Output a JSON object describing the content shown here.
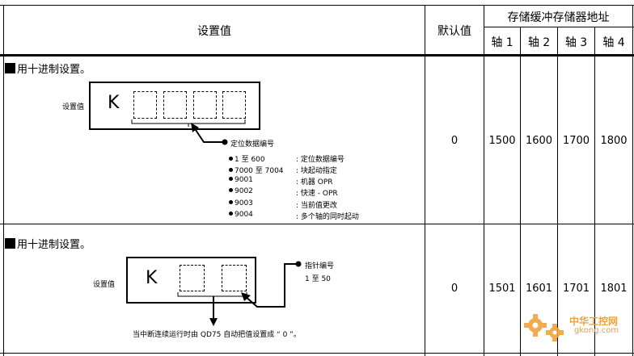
{
  "header": {
    "setting_value": "设置值",
    "default_value": "默认值",
    "buffer_memory_address": "存储缓冲存储器地址",
    "axes": [
      "轴 1",
      "轴 2",
      "轴 3",
      "轴 4"
    ]
  },
  "row1": {
    "title": "用十进制设置。",
    "setting_label": "设置值",
    "k_letter": "K",
    "pointer_label": "定位数据编号",
    "items": [
      {
        "key": "1 至 600",
        "desc": ": 定位数据编号"
      },
      {
        "key": "7000 至 7004",
        "desc": ": 块起动指定"
      },
      {
        "key": "9001",
        "desc": ": 机器 OPR"
      },
      {
        "key": "9002",
        "desc": ": 快速 - OPR"
      },
      {
        "key": "9003",
        "desc": ": 当前值更改"
      },
      {
        "key": "9004",
        "desc": ": 多个轴的同时起动"
      }
    ],
    "default": "0",
    "addresses": [
      "1500",
      "1600",
      "1700",
      "1800"
    ]
  },
  "row2": {
    "title": "用十进制设置。",
    "setting_label": "设置值",
    "k_letter": "K",
    "pointer_label": "指针编号",
    "pointer_range": "1 至 50",
    "note": "当中断连续运行时由  QD75  自动把值设置成  “  0 ”。",
    "default": "0",
    "addresses": [
      "1501",
      "1601",
      "1701",
      "1801"
    ]
  },
  "watermark": {
    "title": "中华工控网",
    "url": "gkong.com"
  }
}
